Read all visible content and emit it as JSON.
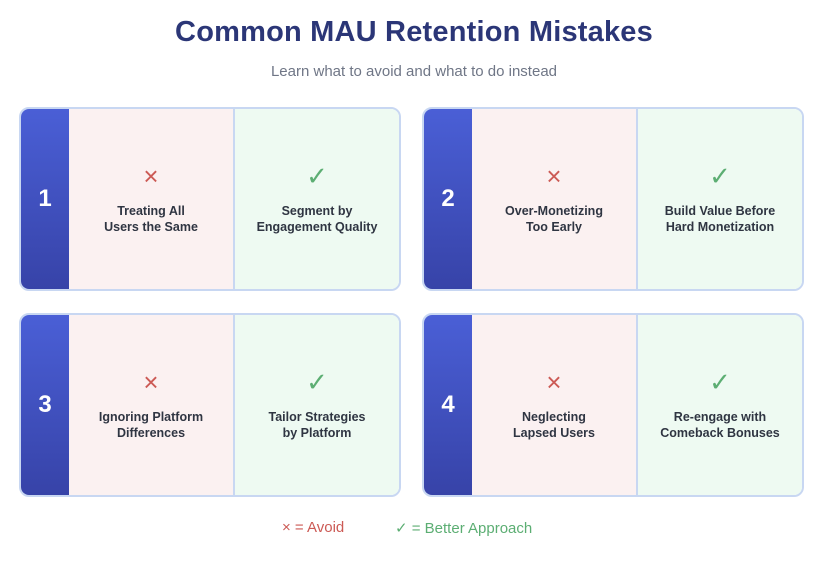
{
  "header": {
    "title": "Common MAU Retention Mistakes",
    "subtitle": "Learn what to avoid and what to do instead"
  },
  "icons": {
    "avoid": "×",
    "better": "✓"
  },
  "colors": {
    "accent": "#3d4ec0",
    "avoid": "#cc5a55",
    "better": "#5cae73"
  },
  "cards": [
    {
      "number": "1",
      "mistake": "Treating All\nUsers the Same",
      "fix": "Segment by\nEngagement Quality"
    },
    {
      "number": "2",
      "mistake": "Over-Monetizing\nToo Early",
      "fix": "Build Value Before\nHard Monetization"
    },
    {
      "number": "3",
      "mistake": "Ignoring Platform\nDifferences",
      "fix": "Tailor Strategies\nby Platform"
    },
    {
      "number": "4",
      "mistake": "Neglecting\nLapsed Users",
      "fix": "Re-engage with\nComeback Bonuses"
    }
  ],
  "legend": {
    "avoid": "× = Avoid",
    "better": "✓ = Better Approach"
  }
}
